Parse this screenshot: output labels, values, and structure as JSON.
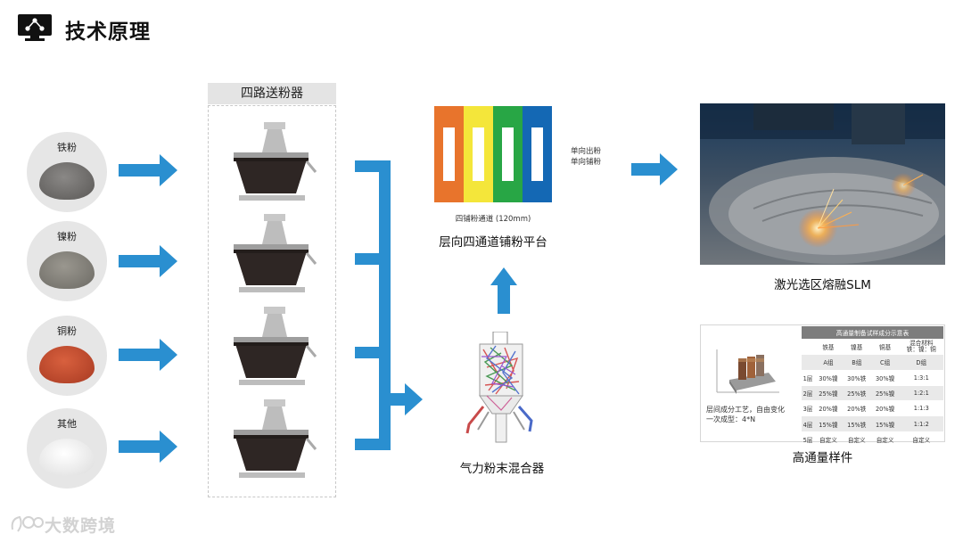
{
  "header": {
    "title": "技术原理",
    "icon": "monitor-network-icon"
  },
  "powders": [
    {
      "label": "铁粉",
      "color": "#6e6c6a"
    },
    {
      "label": "镍粉",
      "color": "#82807a"
    },
    {
      "label": "铜粉",
      "color": "#c2482c"
    },
    {
      "label": "其他",
      "color": "#f4f4f4"
    }
  ],
  "feeder": {
    "title": "四路送粉器"
  },
  "platform": {
    "channel_caption": "四铺粉通道 (120mm)",
    "label": "层向四通道铺粉平台",
    "direction_note_1": "单向出粉",
    "direction_note_2": "单向铺粉",
    "channel_colors": [
      "#e8742c",
      "#f4e63a",
      "#28a645",
      "#1468b4"
    ]
  },
  "slm": {
    "label": "激光选区熔融SLM"
  },
  "mixer": {
    "label": "气力粉末混合器"
  },
  "sample": {
    "label": "高通量样件",
    "desc_1": "层间成分工艺，自由变化",
    "desc_2": "一次成型：4*N",
    "table": {
      "title": "高通量制备试样成分示意表",
      "header": [
        "",
        "铁基",
        "镍基",
        "铜基",
        "混合材料\n铁：镍：铜"
      ],
      "groups": [
        "",
        "A组",
        "B组",
        "C组",
        "D组"
      ],
      "rows": [
        [
          "1层",
          "30%镍",
          "30%铁",
          "30%镍",
          "1:3:1"
        ],
        [
          "2层",
          "25%镍",
          "25%铁",
          "25%镍",
          "1:2:1"
        ],
        [
          "3层",
          "20%镍",
          "20%铁",
          "20%镍",
          "1:1:3"
        ],
        [
          "4层",
          "15%镍",
          "15%铁",
          "15%镍",
          "1:1:2"
        ],
        [
          "5层",
          "自定义",
          "自定义",
          "自定义",
          "自定义"
        ]
      ]
    }
  },
  "watermark": {
    "text": "大数跨境"
  },
  "colors": {
    "arrow": "#2a8fd0",
    "accent": "#1468b4"
  }
}
